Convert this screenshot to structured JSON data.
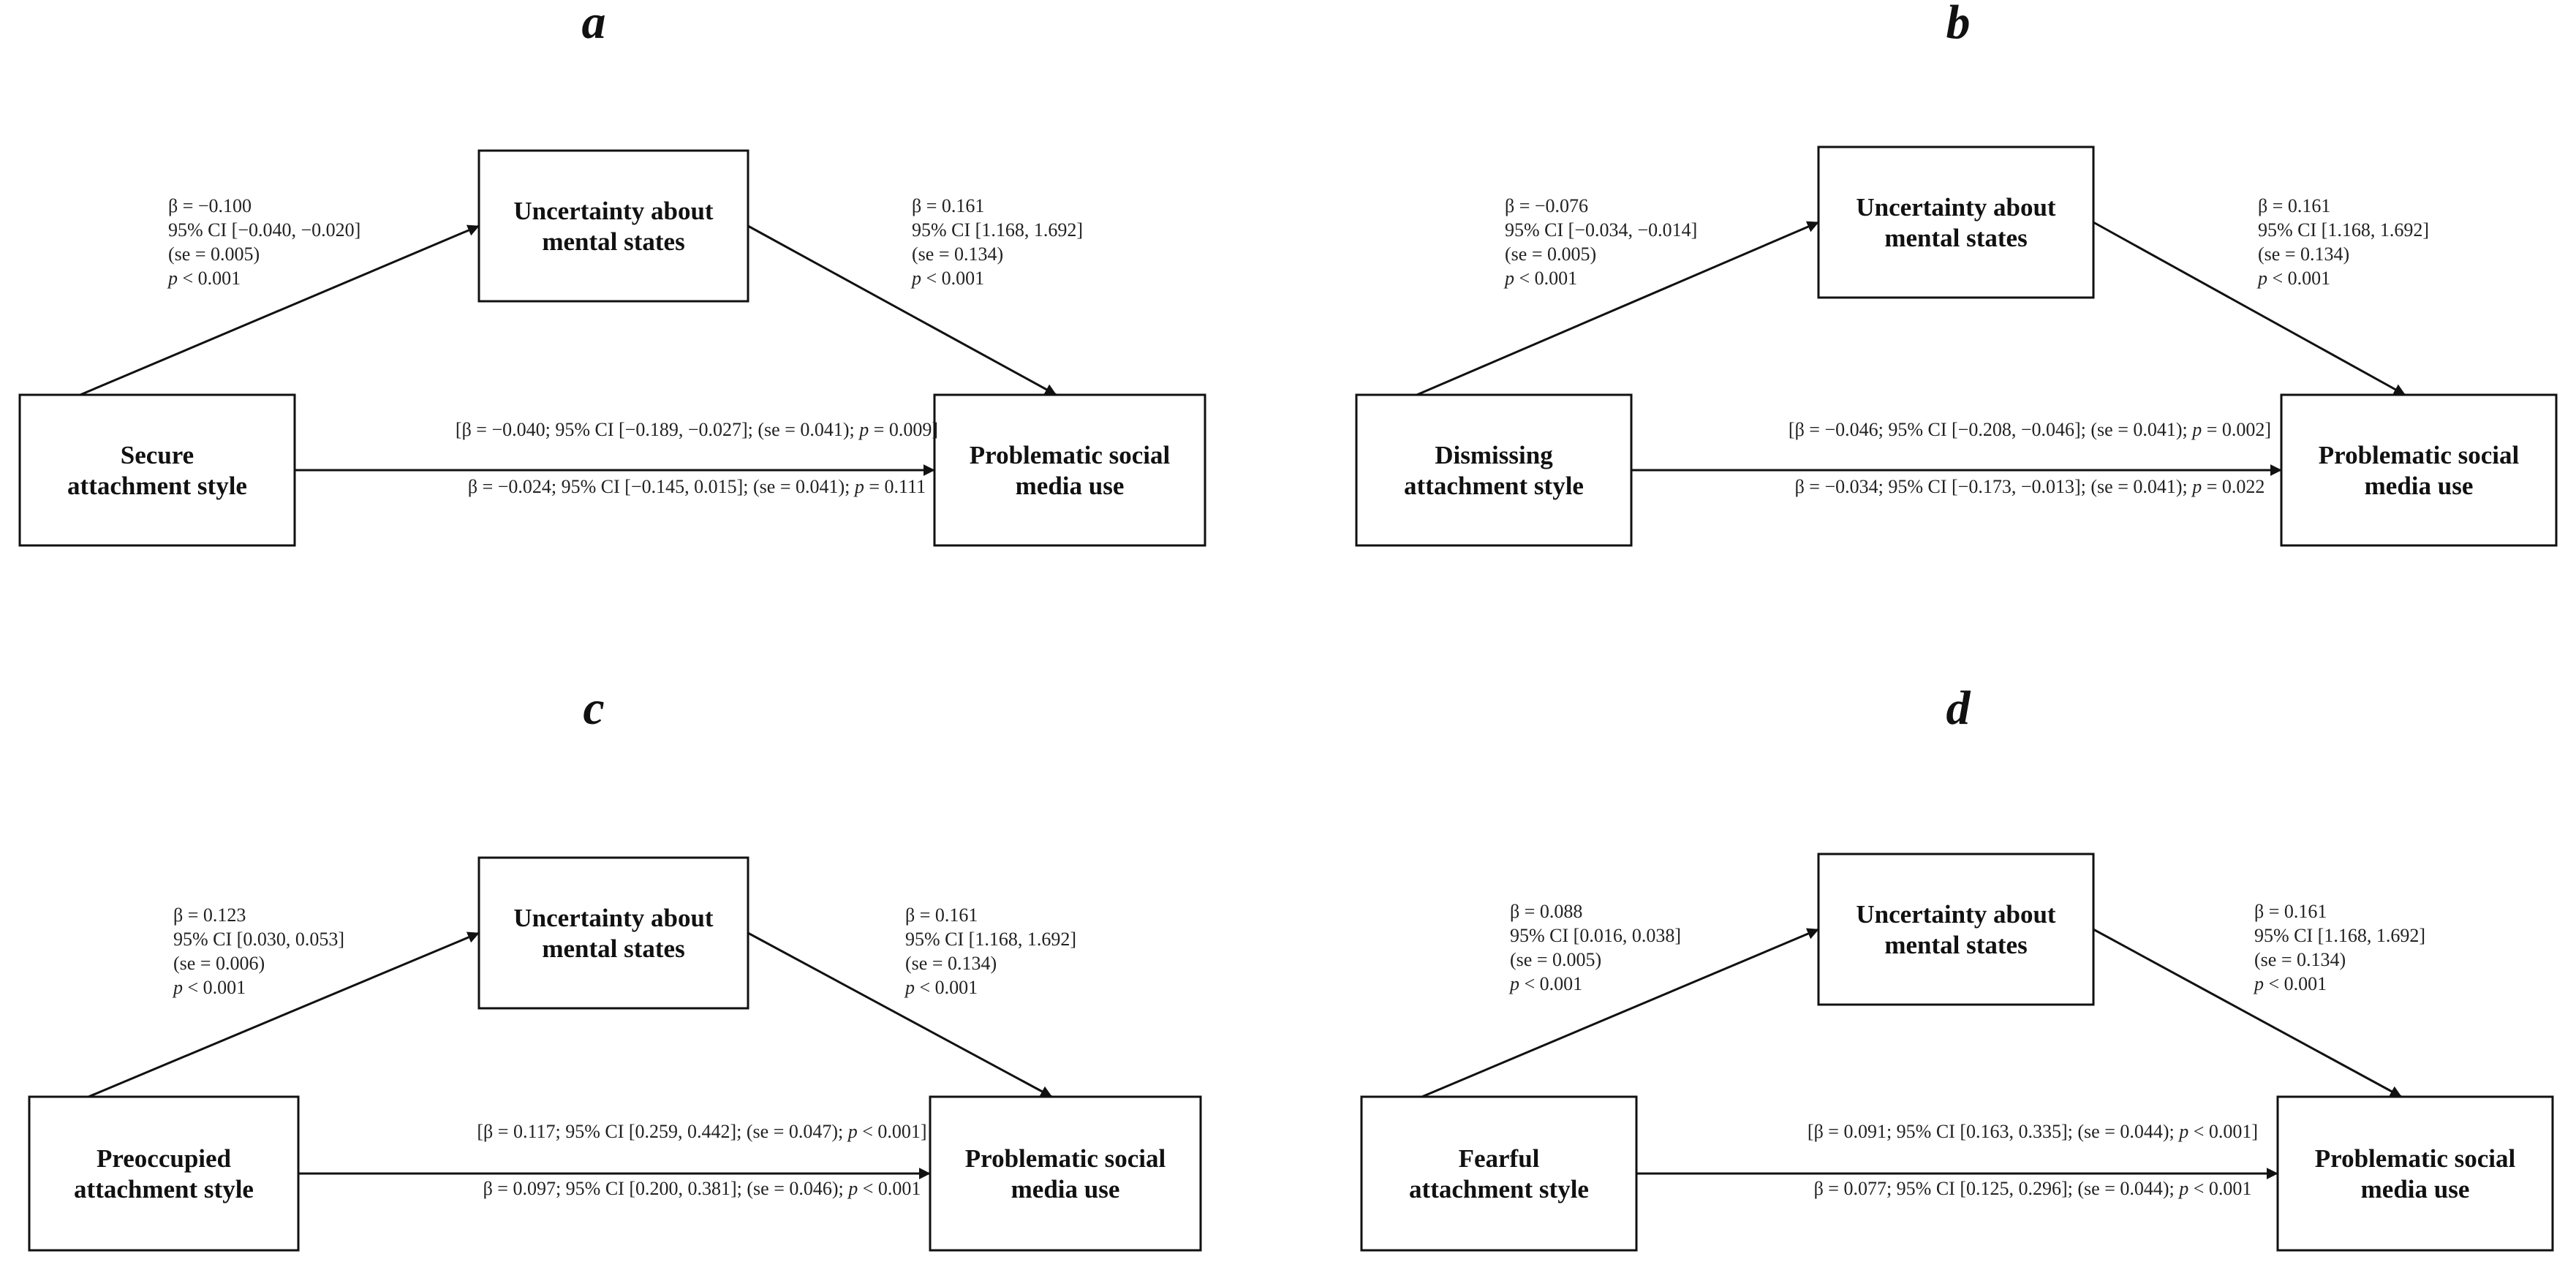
{
  "panels": [
    {
      "label": "a",
      "predictor": [
        "Secure",
        "attachment style"
      ],
      "mediator": [
        "Uncertainty about",
        "mental states"
      ],
      "outcome": [
        "Problematic social",
        "media use"
      ],
      "path_a": [
        {
          "t": "β = −0.100"
        },
        {
          "t": "95% CI [−0.040, −0.020]"
        },
        {
          "t": "(se = 0.005)"
        },
        {
          "p": "p",
          "t": " < 0.001"
        }
      ],
      "path_b": [
        {
          "t": "β = 0.161"
        },
        {
          "t": "95% CI [1.168, 1.692]"
        },
        {
          "t": "(se = 0.134)"
        },
        {
          "p": "p",
          "t": " < 0.001"
        }
      ],
      "total_effect": {
        "pre": "[β = −0.040; 95% CI [−0.189, −0.027]; (se = 0.041); ",
        "p": "p",
        "post": " = 0.009]"
      },
      "direct_effect": {
        "pre": "β = −0.024; 95% CI [−0.145, 0.015]; (se = 0.041); ",
        "p": "p",
        "post": " = 0.111"
      }
    },
    {
      "label": "b",
      "predictor": [
        "Dismissing",
        "attachment style"
      ],
      "mediator": [
        "Uncertainty about",
        "mental states"
      ],
      "outcome": [
        "Problematic social",
        "media use"
      ],
      "path_a": [
        {
          "t": "β = −0.076"
        },
        {
          "t": "95% CI [−0.034, −0.014]"
        },
        {
          "t": "(se = 0.005)"
        },
        {
          "p": "p",
          "t": " < 0.001"
        }
      ],
      "path_b": [
        {
          "t": "β = 0.161"
        },
        {
          "t": "95% CI [1.168, 1.692]"
        },
        {
          "t": "(se = 0.134)"
        },
        {
          "p": "p",
          "t": " < 0.001"
        }
      ],
      "total_effect": {
        "pre": "[β = −0.046; 95% CI [−0.208, −0.046]; (se = 0.041); ",
        "p": "p",
        "post": " = 0.002]"
      },
      "direct_effect": {
        "pre": "β = −0.034; 95% CI [−0.173, −0.013]; (se = 0.041); ",
        "p": "p",
        "post": " = 0.022"
      }
    },
    {
      "label": "c",
      "predictor": [
        "Preoccupied",
        "attachment style"
      ],
      "mediator": [
        "Uncertainty about",
        "mental states"
      ],
      "outcome": [
        "Problematic social",
        "media use"
      ],
      "path_a": [
        {
          "t": "β = 0.123"
        },
        {
          "t": "95% CI [0.030, 0.053]"
        },
        {
          "t": "(se = 0.006)"
        },
        {
          "p": "p",
          "t": " < 0.001"
        }
      ],
      "path_b": [
        {
          "t": "β = 0.161"
        },
        {
          "t": "95% CI [1.168, 1.692]"
        },
        {
          "t": "(se = 0.134)"
        },
        {
          "p": "p",
          "t": " < 0.001"
        }
      ],
      "total_effect": {
        "pre": "[β = 0.117; 95% CI [0.259, 0.442]; (se = 0.047); ",
        "p": "p",
        "post": " < 0.001]"
      },
      "direct_effect": {
        "pre": "β = 0.097; 95% CI [0.200, 0.381]; (se = 0.046); ",
        "p": "p",
        "post": " < 0.001"
      }
    },
    {
      "label": "d",
      "predictor": [
        "Fearful",
        "attachment style"
      ],
      "mediator": [
        "Uncertainty about",
        "mental states"
      ],
      "outcome": [
        "Problematic social",
        "media use"
      ],
      "path_a": [
        {
          "t": "β = 0.088"
        },
        {
          "t": "95% CI [0.016, 0.038]"
        },
        {
          "t": "(se = 0.005)"
        },
        {
          "p": "p",
          "t": " < 0.001"
        }
      ],
      "path_b": [
        {
          "t": "β = 0.161"
        },
        {
          "t": "95% CI [1.168, 1.692]"
        },
        {
          "t": "(se = 0.134)"
        },
        {
          "p": "p",
          "t": " < 0.001"
        }
      ],
      "total_effect": {
        "pre": "[β = 0.091; 95% CI [0.163, 0.335]; (se = 0.044); ",
        "p": "p",
        "post": " < 0.001]"
      },
      "direct_effect": {
        "pre": "β = 0.077; 95% CI [0.125, 0.296]; (se = 0.044); ",
        "p": "p",
        "post": " < 0.001"
      }
    }
  ]
}
